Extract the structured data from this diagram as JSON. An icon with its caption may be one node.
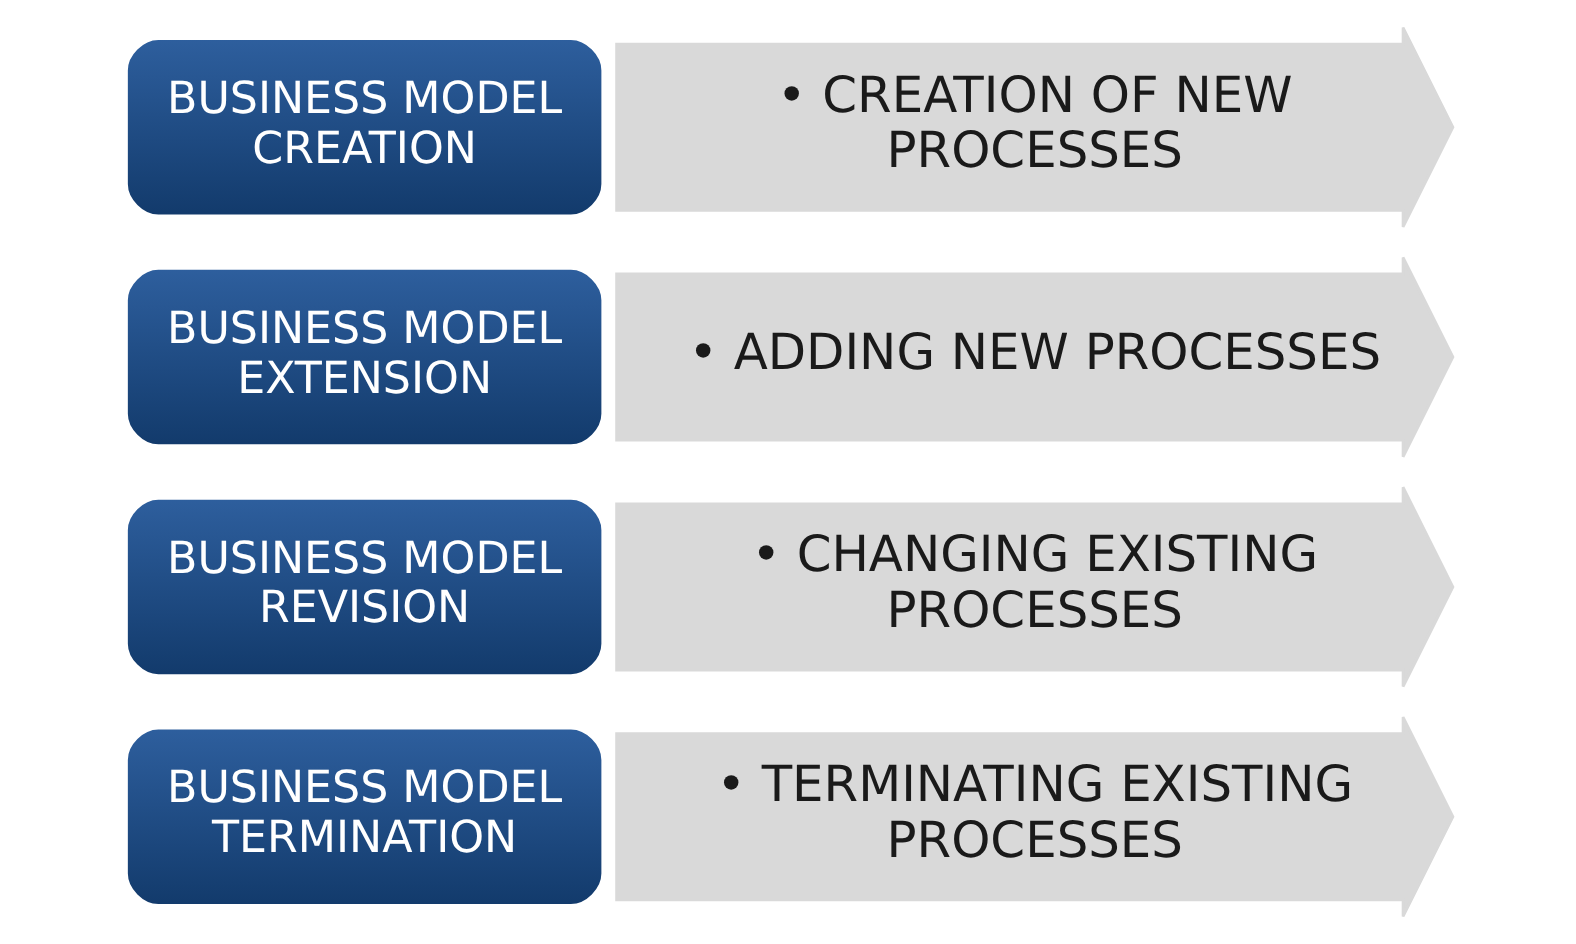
{
  "diagram": {
    "nodes": [
      {
        "text": [
          "BUSINESS MODEL CREATION"
        ]
      },
      {
        "text": [
          "• CREATION OF NEW PROCESSES"
        ]
      },
      {
        "text": [
          "BUSINESS MODEL EXTENSION"
        ]
      },
      {
        "text": [
          "• ADDING NEW PROCESSES"
        ]
      },
      {
        "text": [
          "BUSINESS MODEL REVISION"
        ]
      },
      {
        "text": [
          "• CHANGING EXISTING PROCESSES"
        ]
      },
      {
        "text": [
          "BUSINESS MODEL TERMINATION"
        ]
      },
      {
        "text": [
          "• TERMINATING EXISTING PROCESSES"
        ]
      }
    ]
  }
}
